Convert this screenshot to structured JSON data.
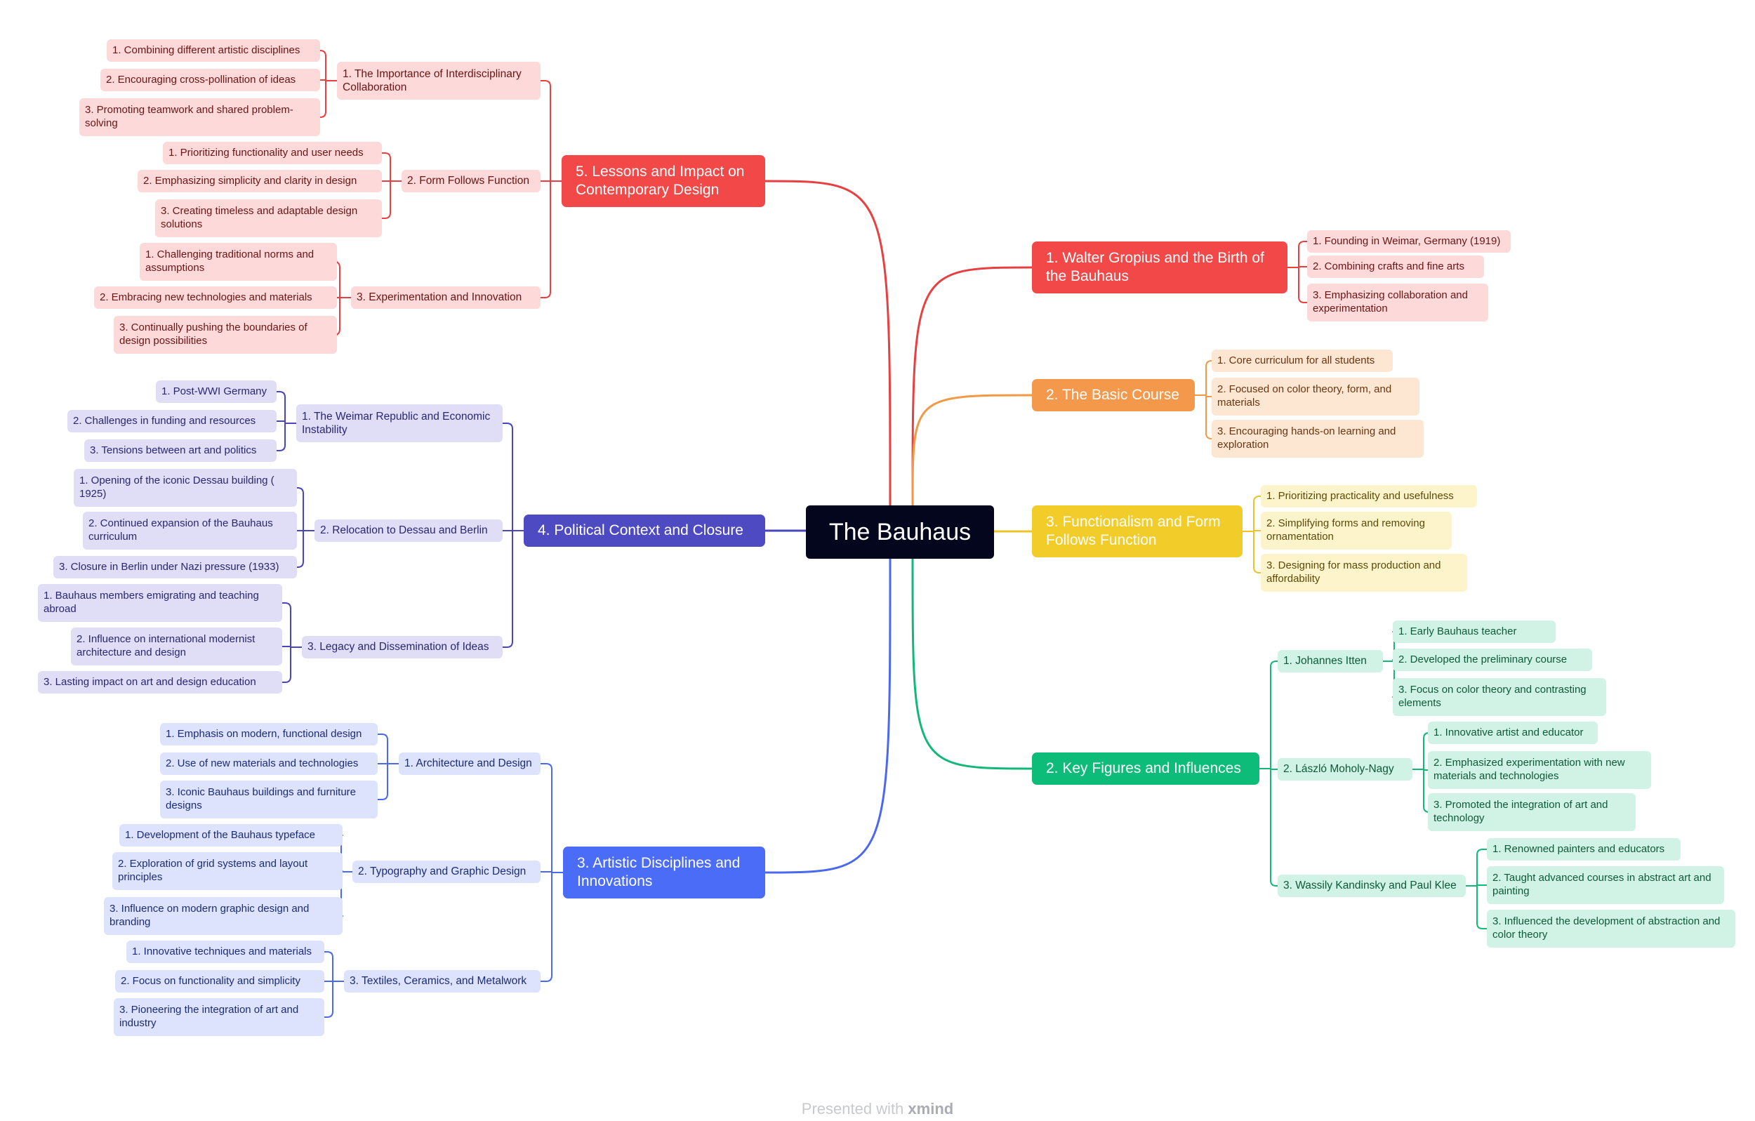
{
  "root": "The Bauhaus",
  "footer": {
    "prefix": "Presented with",
    "brand": "xmind"
  },
  "themes": {
    "red": {
      "main": "#f24848",
      "light": "#fdd9d9",
      "line": "#e84040",
      "text": "#6b1414"
    },
    "orange": {
      "main": "#f4994b",
      "light": "#fde6d2",
      "line": "#f19a43",
      "text": "#6a3510"
    },
    "yellow": {
      "main": "#f2cd29",
      "light": "#fdf4cc",
      "line": "#eec328",
      "text": "#5c4a06"
    },
    "green": {
      "main": "#0ebc79",
      "light": "#d1f3e5",
      "line": "#12b877",
      "text": "#0d5a3a"
    },
    "blue": {
      "main": "#4a6cf7",
      "light": "#dde3fd",
      "line": "#4a68f0",
      "text": "#1c2b75"
    },
    "indigo": {
      "main": "#4d4ac2",
      "light": "#e0def6",
      "line": "#4845bd",
      "text": "#2a2670"
    }
  },
  "branches": [
    {
      "label": "1. Walter Gropius and the Birth of the Bauhaus",
      "theme": "red",
      "side": "right",
      "children": [
        {
          "label": "1. Founding in Weimar, Germany (1919)"
        },
        {
          "label": "2. Combining crafts and fine arts"
        },
        {
          "label": "3. Emphasizing collaboration and experimentation"
        }
      ]
    },
    {
      "label": "2. The Basic Course",
      "theme": "orange",
      "side": "right",
      "children": [
        {
          "label": "1. Core curriculum for all students"
        },
        {
          "label": "2. Focused on color theory, form, and materials"
        },
        {
          "label": "3. Encouraging hands-on learning and exploration"
        }
      ]
    },
    {
      "label": "3. Functionalism and Form Follows Function",
      "theme": "yellow",
      "side": "right",
      "children": [
        {
          "label": "1. Prioritizing practicality and usefulness"
        },
        {
          "label": "2. Simplifying forms and removing ornamentation"
        },
        {
          "label": "3. Designing for mass production and affordability"
        }
      ]
    },
    {
      "label": "2. Key Figures and Influences",
      "theme": "green",
      "side": "right",
      "children": [
        {
          "label": "1. Johannes Itten",
          "children": [
            {
              "label": "1. Early Bauhaus teacher"
            },
            {
              "label": "2. Developed the preliminary course"
            },
            {
              "label": "3. Focus on color theory and contrasting elements"
            }
          ]
        },
        {
          "label": "2. László Moholy-Nagy",
          "children": [
            {
              "label": "1. Innovative artist and educator"
            },
            {
              "label": "2. Emphasized experimentation with new materials and technologies"
            },
            {
              "label": "3. Promoted the integration of art and technology"
            }
          ]
        },
        {
          "label": "3. Wassily Kandinsky and Paul Klee",
          "children": [
            {
              "label": "1. Renowned painters and educators"
            },
            {
              "label": "2. Taught advanced courses in abstract art and painting"
            },
            {
              "label": "3. Influenced the development of abstraction and color theory"
            }
          ]
        }
      ]
    },
    {
      "label": "5. Lessons and Impact on Contemporary Design",
      "theme": "red",
      "side": "left",
      "children": [
        {
          "label": "1. The Importance of Interdisciplinary Collaboration",
          "children": [
            {
              "label": "1. Combining different artistic disciplines"
            },
            {
              "label": "2. Encouraging cross-pollination of ideas"
            },
            {
              "label": "3. Promoting teamwork and shared problem-solving"
            }
          ]
        },
        {
          "label": "2. Form Follows Function",
          "children": [
            {
              "label": "1. Prioritizing functionality and user needs"
            },
            {
              "label": "2. Emphasizing simplicity and clarity in design"
            },
            {
              "label": "3. Creating timeless and adaptable design solutions"
            }
          ]
        },
        {
          "label": "3. Experimentation and Innovation",
          "children": [
            {
              "label": "1. Challenging traditional norms and assumptions"
            },
            {
              "label": "2. Embracing new technologies and materials"
            },
            {
              "label": "3. Continually pushing the boundaries of design possibilities"
            }
          ]
        }
      ]
    },
    {
      "label": "4. Political Context and Closure",
      "theme": "indigo",
      "side": "left",
      "children": [
        {
          "label": "1. The Weimar Republic and Economic Instability",
          "children": [
            {
              "label": "1. Post-WWI Germany"
            },
            {
              "label": "2. Challenges in funding and resources"
            },
            {
              "label": "3. Tensions between art and politics"
            }
          ]
        },
        {
          "label": "2. Relocation to Dessau and Berlin",
          "children": [
            {
              "label": "1. Opening of the iconic Dessau building ( 1925)"
            },
            {
              "label": "2. Continued expansion of the Bauhaus curriculum"
            },
            {
              "label": "3. Closure in Berlin under Nazi pressure (1933)"
            }
          ]
        },
        {
          "label": "3. Legacy and Dissemination of Ideas",
          "children": [
            {
              "label": "1. Bauhaus members emigrating and teaching abroad"
            },
            {
              "label": "2. Influence on international modernist architecture and design"
            },
            {
              "label": "3. Lasting impact on art and design education"
            }
          ]
        }
      ]
    },
    {
      "label": "3. Artistic Disciplines and Innovations",
      "theme": "blue",
      "side": "left",
      "children": [
        {
          "label": "1. Architecture and Design",
          "children": [
            {
              "label": "1. Emphasis on modern, functional design"
            },
            {
              "label": "2. Use of new materials and technologies"
            },
            {
              "label": "3. Iconic Bauhaus buildings and furniture designs"
            }
          ]
        },
        {
          "label": "2. Typography and Graphic Design",
          "children": [
            {
              "label": "1. Development of the Bauhaus typeface"
            },
            {
              "label": "2. Exploration of grid systems and layout principles"
            },
            {
              "label": "3. Influence on modern graphic design and branding"
            }
          ]
        },
        {
          "label": "3. Textiles, Ceramics, and Metalwork",
          "children": [
            {
              "label": "1. Innovative techniques and materials"
            },
            {
              "label": "2. Focus on functionality and simplicity"
            },
            {
              "label": "3. Pioneering the integration of art and industry"
            }
          ]
        }
      ]
    }
  ]
}
